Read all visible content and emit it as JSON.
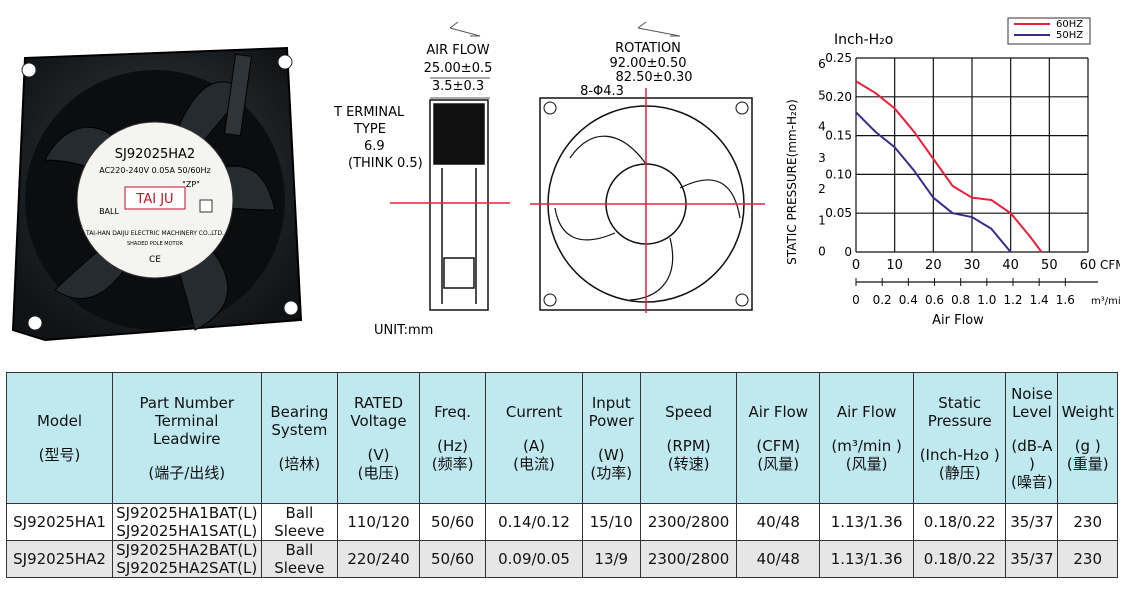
{
  "fan_label": {
    "model": "SJ92025HA2",
    "rating": "AC220-240V  0.05A  50/60Hz",
    "zp": "\"ZP\"",
    "brand": "TAI JU",
    "ball": "BALL",
    "company": "TAI-HAN DAIJU ELECTRIC MACHINERY CO.,LTD.",
    "motor": "SHADED POLE MOTOR",
    "ce": "CE"
  },
  "drawing": {
    "air_flow": "AIR FLOW",
    "depth": "25.00±0.5",
    "depth_small": "3.5±0.3",
    "terminal_type": [
      "T ERMINAL",
      "TYPE",
      "6.9",
      "(THINK 0.5)"
    ],
    "unit": "UNIT:mm",
    "rotation": "ROTATION",
    "outer": "92.00±0.50",
    "hole_pitch": "82.50±0.30",
    "holes": "8-Φ4.3"
  },
  "chart_data": {
    "type": "line",
    "ylabel_top": "Inch-H₂o",
    "ylabel_side": "STATIC PRESSURE(mm-H₂o)",
    "y_inch_ticks": [
      "0.25",
      "0.20",
      "0.15",
      "0.10",
      "0.05",
      "0"
    ],
    "y_mm_ticks": [
      "6",
      "5",
      "4",
      "3",
      "2",
      "1",
      "0"
    ],
    "x_cfm_ticks": [
      "0",
      "10",
      "20",
      "30",
      "40",
      "50",
      "60"
    ],
    "x_cfm_unit": "CFM",
    "x_m3_ticks": [
      "0",
      "0.2",
      "0.4",
      "0.6",
      "0.8",
      "1.0",
      "1.2",
      "1.4",
      "1.6"
    ],
    "x_m3_unit": "m³/min",
    "xlabel": "Air Flow",
    "xlim": [
      0,
      60
    ],
    "ylim": [
      0,
      0.25
    ],
    "legend_position": "top-right",
    "series": [
      {
        "name": "60HZ",
        "color": "#e8203a",
        "x": [
          0,
          5,
          10,
          15,
          20,
          25,
          30,
          35,
          40,
          45,
          48
        ],
        "y": [
          0.22,
          0.205,
          0.185,
          0.155,
          0.12,
          0.085,
          0.07,
          0.067,
          0.05,
          0.02,
          0
        ]
      },
      {
        "name": "50HZ",
        "color": "#3a2a8a",
        "x": [
          0,
          5,
          10,
          15,
          20,
          25,
          30,
          35,
          40
        ],
        "y": [
          0.18,
          0.155,
          0.135,
          0.105,
          0.07,
          0.05,
          0.045,
          0.03,
          0
        ]
      }
    ]
  },
  "table": {
    "headers": [
      {
        "top": [
          "Model"
        ],
        "bottom": "(型号)"
      },
      {
        "top": [
          "Part Number",
          "Terminal",
          "Leadwire"
        ],
        "bottom": "(端子/出线)"
      },
      {
        "top": [
          "Bearing",
          "System"
        ],
        "bottom": "(培林)"
      },
      {
        "top": [
          "RATED",
          "Voltage"
        ],
        "unit": "(V)",
        "bottom": "(电压)"
      },
      {
        "top": [
          "Freq."
        ],
        "unit": "(Hz)",
        "bottom": "(频率)"
      },
      {
        "top": [
          "Current"
        ],
        "unit": "(A)",
        "bottom": "(电流)"
      },
      {
        "top": [
          "Input",
          "Power"
        ],
        "unit": "(W)",
        "bottom": "(功率)"
      },
      {
        "top": [
          "Speed"
        ],
        "unit": "(RPM)",
        "bottom": "(转速)"
      },
      {
        "top": [
          "Air Flow"
        ],
        "unit": "(CFM)",
        "bottom": "(风量)"
      },
      {
        "top": [
          "Air Flow"
        ],
        "unit": "(m³/min )",
        "bottom": "(风量)"
      },
      {
        "top": [
          "Static",
          "Pressure"
        ],
        "unit": "(Inch-H₂o )",
        "bottom": "(静压)"
      },
      {
        "top": [
          "Noise",
          "Level"
        ],
        "unit": "(dB-A )",
        "bottom": "(噪音)"
      },
      {
        "top": [
          "Weight"
        ],
        "unit": "(g )",
        "bottom": "(重量)"
      }
    ],
    "rows": [
      {
        "model": "SJ92025HA1",
        "parts": [
          "SJ92025HA1BAT(L)",
          "SJ92025HA1SAT(L)"
        ],
        "bearing": [
          "Ball",
          "Sleeve"
        ],
        "voltage": "110/120",
        "freq": "50/60",
        "current": "0.14/0.12",
        "power": "15/10",
        "speed": "2300/2800",
        "cfm": "40/48",
        "m3": "1.13/1.36",
        "pressure": "0.18/0.22",
        "noise": "35/37",
        "weight": "230"
      },
      {
        "model": "SJ92025HA2",
        "parts": [
          "SJ92025HA2BAT(L)",
          "SJ92025HA2SAT(L)"
        ],
        "bearing": [
          "Ball",
          "Sleeve"
        ],
        "voltage": "220/240",
        "freq": "50/60",
        "current": "0.09/0.05",
        "power": "13/9",
        "speed": "2300/2800",
        "cfm": "40/48",
        "m3": "1.13/1.36",
        "pressure": "0.18/0.22",
        "noise": "35/37",
        "weight": "230"
      }
    ]
  }
}
